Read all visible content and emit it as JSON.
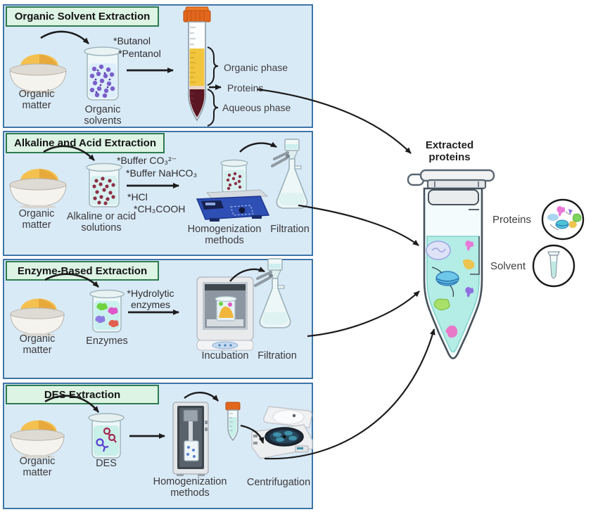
{
  "figure": {
    "extracted_proteins_label": "Extracted proteins",
    "legend": {
      "proteins": "Proteins",
      "solvent": "Solvent"
    }
  },
  "panels": [
    {
      "title": "Organic Solvent Extraction",
      "matter_label": "Organic matter",
      "reagent_label": "Organic solvents",
      "notes": [
        "*Butanol",
        "*Pentanol"
      ],
      "phases": [
        "Organic phase",
        "Proteins",
        "Aqueous phase"
      ]
    },
    {
      "title": "Alkaline and Acid Extraction",
      "matter_label": "Organic matter",
      "reagent_label": "Alkaline or acid solutions",
      "notes_top": [
        "*Buffer CO₃²⁻",
        "*Buffer NaHCO₃"
      ],
      "notes_bottom": [
        "*HCl",
        "*CH₃COOH"
      ],
      "steps": [
        "Homogenization methods",
        "Filtration"
      ]
    },
    {
      "title": "Enzyme-Based Extraction",
      "matter_label": "Organic matter",
      "reagent_label": "Enzymes",
      "notes": [
        "*Hydrolytic enzymes"
      ],
      "steps": [
        "Incubation",
        "Filtration"
      ]
    },
    {
      "title": "DES Extraction",
      "matter_label": "Organic matter",
      "reagent_label": "DES",
      "steps": [
        "Homogenization methods",
        "Centrifugation"
      ]
    }
  ],
  "colors": {
    "panel_bg": "#d9eaf7",
    "panel_border": "#3e74a8",
    "header_bg": "#ddf3e4",
    "header_border": "#2e7b50",
    "cap_orange": "#e2661c",
    "organic_phase_yellow": "#f2c53d",
    "aqueous_phase_red": "#5a1622",
    "tube_liquid_teal": "#b4ece6",
    "arrow_black": "#1c1c1c"
  }
}
